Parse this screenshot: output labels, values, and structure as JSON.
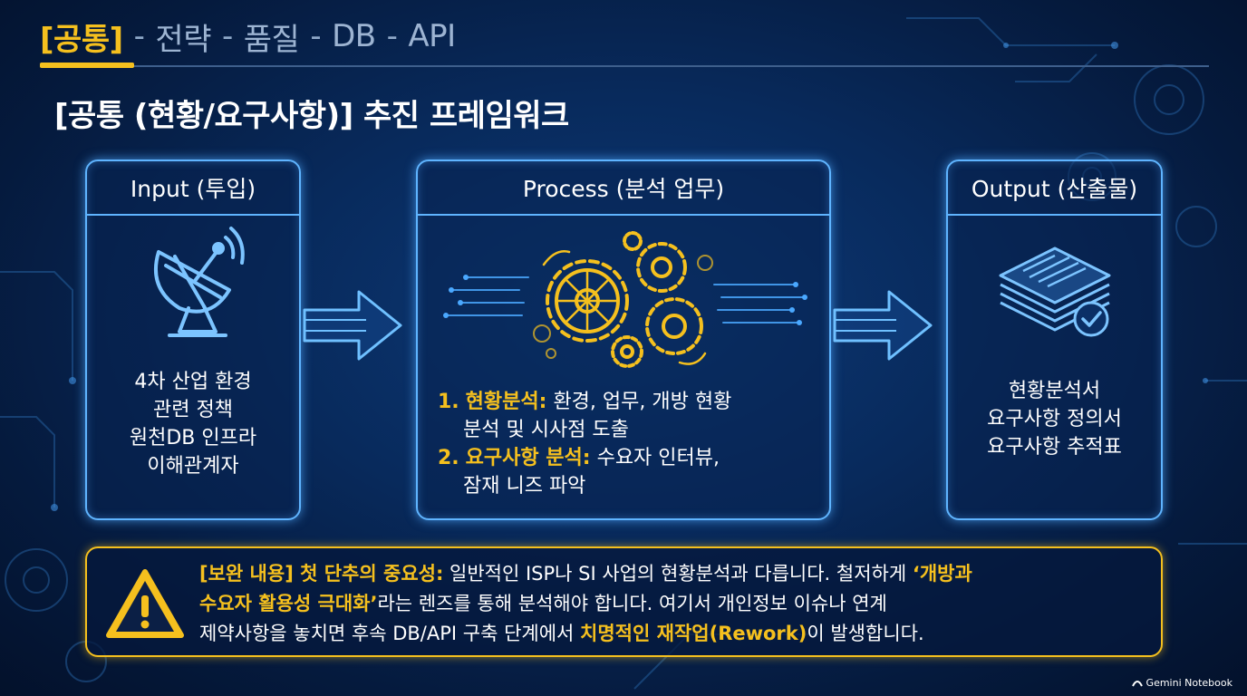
{
  "nav": {
    "active": "[공통]",
    "separator": "-",
    "items": [
      "전략",
      "품질",
      "DB",
      "API"
    ]
  },
  "page_title": "[공통 (현황/요구사항)] 추진 프레임워크",
  "input_panel": {
    "title": "Input (투입)",
    "icon": "satellite-dish-icon",
    "lines": [
      "4차 산업 환경",
      "관련 정책",
      "원천DB 인프라",
      "이해관계자"
    ]
  },
  "process_panel": {
    "title": "Process (분석 업무)",
    "icon": "gears-circuit-icon",
    "items": [
      {
        "num": "1.",
        "key": "현황분석:",
        "text": "환경, 업무, 개방 현황",
        "cont": "분석 및 시사점 도출"
      },
      {
        "num": "2.",
        "key": "요구사항 분석:",
        "text": "수요자 인터뷰,",
        "cont": "잠재 니즈 파악"
      }
    ]
  },
  "output_panel": {
    "title": "Output (산출물)",
    "icon": "document-stack-check-icon",
    "lines": [
      "현황분석서",
      "요구사항 정의서",
      "요구사항 추적표"
    ]
  },
  "notice": {
    "icon": "warning-triangle-icon",
    "line1_hl1": "[보완 내용] 첫 단추의 중요성:",
    "line1_text": " 일반적인 ISP나 SI 사업의 현황분석과 다릅니다. 철저하게 ",
    "line1_hl2": "‘개방과",
    "line2_hl": "수요자 활용성 극대화’",
    "line2_text": "라는 렌즈를 통해 분석해야 합니다. 여기서 개인정보 이슈나 연계",
    "line3_text": "제약사항을 놓치면 후속 DB/API 구축 단계에서 ",
    "line3_hl": "치명적인 재작업(Rework)",
    "line3_end": "이 발생합니다."
  },
  "watermark": "Gemini Notebook",
  "colors": {
    "accent": "#f5c01e",
    "panel_border": "#5fb4ff",
    "background": "#082a5c"
  }
}
